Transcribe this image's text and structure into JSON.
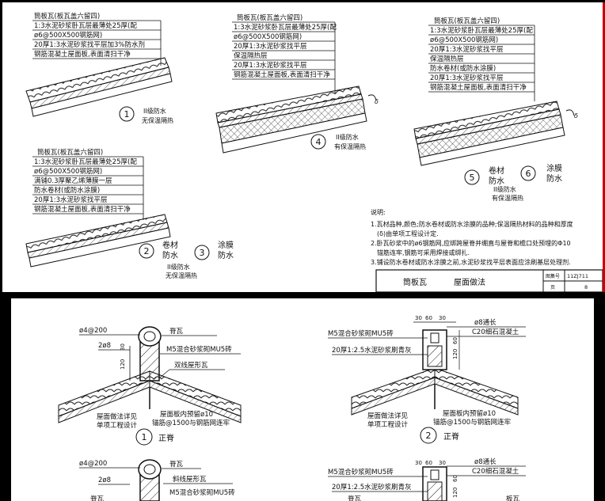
{
  "top_sheet": {
    "block1": {
      "lines": [
        "筒板瓦(板瓦盖六留四)",
        "1:3水泥砂浆卧瓦层最薄处25厚(配",
        "ø6@500X500钢筋网)",
        "20厚1:3水泥砂浆找平层加3%防水剂",
        "钢筋混凝土屋面板,表面清扫干净"
      ],
      "number": "1",
      "caption": [
        "II级防水",
        "无保温隔热"
      ]
    },
    "block4": {
      "lines": [
        "筒板瓦(板瓦盖六留四)",
        "1:3水泥砂浆卧瓦层最薄处25厚(配",
        "ø6@500X500钢筋网)",
        "20厚1:3水泥砂浆找平层",
        "保温隔热层",
        "20厚1:3水泥砂浆找平层",
        "钢筋混凝土屋面板,表面清扫干净"
      ],
      "number": "4",
      "caption": [
        "II级防水",
        "有保温隔热"
      ]
    },
    "block56": {
      "lines": [
        "筒板瓦(板瓦盖六留四)",
        "1:3水泥砂浆卧瓦层最薄处25厚(配",
        "ø6@500X500钢筋网)",
        "20厚1:3水泥砂浆找平层",
        "保温隔热层",
        "防水卷材(或防水涂膜)",
        "20厚1:3水泥砂浆找平层",
        "钢筋混凝土屋面板,表面清扫干净"
      ],
      "number_a": "5",
      "label_a": [
        "卷材",
        "防水"
      ],
      "number_b": "6",
      "label_b": [
        "涂膜",
        "防水"
      ],
      "caption": [
        "II级防水",
        "有保温隔热"
      ]
    },
    "block23": {
      "lines": [
        "筒板瓦(板瓦盖六留四)",
        "1:3水泥砂浆卧瓦层最薄处25厚(配",
        "ø6@500X500钢筋网)",
        "满铺0.3厚聚乙烯薄膜一层",
        "防水卷材(或防水涂膜)",
        "20厚1:3水泥砂浆找平层",
        "钢筋混凝土屋面板,表面清扫干净"
      ],
      "number_a": "2",
      "label_a": [
        "卷材",
        "防水"
      ],
      "number_b": "3",
      "label_b": [
        "涂膜",
        "防水"
      ],
      "caption": [
        "II级防水",
        "无保温隔热"
      ]
    },
    "delta": "δ",
    "notes": {
      "title": "说明:",
      "items": [
        "1.瓦材品种,颜色;防水卷材或防水涂膜的品种;保温隔热材料的品种和厚度",
        "(δ)由单项工程设计定.",
        "2.卧瓦砂浆中的ø6钢筋网,应绑跨屋脊并绷直与屋脊和檐口处预埋的Φ10",
        "锚筋连牢,钢筋可采用焊接或绑扎.",
        "3.铺设防水卷材或防水涂膜之前,水泥砂浆找平层表面应涂刷基层处理剂."
      ]
    },
    "title_block": {
      "title_a": "筒板瓦",
      "title_b": "屋面做法",
      "atlas_label": "图集号",
      "atlas_value": "11ZJ711",
      "page_label": "页",
      "page_value": "8"
    }
  },
  "bottom_sheet": {
    "left": {
      "labels": [
        "ø4@200",
        "2ø8",
        "脊瓦",
        "M5混合砂浆砌MU5砖",
        "双线屋形瓦",
        "屋面做法详见",
        "单项工程设计",
        "屋面板内预留ø10",
        "锚筋@1500与钢筋网连牢"
      ],
      "dims": [
        "30",
        "120"
      ],
      "number": "1",
      "name": "正脊"
    },
    "right": {
      "labels": [
        "M5混合砂浆砌MU5砖",
        "ø8通长",
        "C20细石混凝土",
        "20厚1:2.5水泥砂浆刷青灰",
        "屋面做法详见",
        "单项工程设计",
        "屋面板内预留ø10",
        "锚筋@1500与钢筋网连牢"
      ],
      "dims": [
        "30",
        "60",
        "30",
        "120",
        "60"
      ],
      "number": "2",
      "name": "正脊"
    },
    "left2": {
      "labels": [
        "ø4@200",
        "2ø8",
        "脊瓦",
        "斜线屋形瓦",
        "M5混合砂浆砌MU5砖",
        "脊瓦"
      ]
    },
    "right2": {
      "labels": [
        "M5混合砂浆砌MU5砖",
        "ø8通长",
        "C20细石混凝土",
        "20厚1:2.5水泥砂浆刷青灰",
        "脊瓦",
        "板瓦"
      ],
      "dims": [
        "30",
        "60",
        "30",
        "120",
        "60"
      ]
    }
  }
}
